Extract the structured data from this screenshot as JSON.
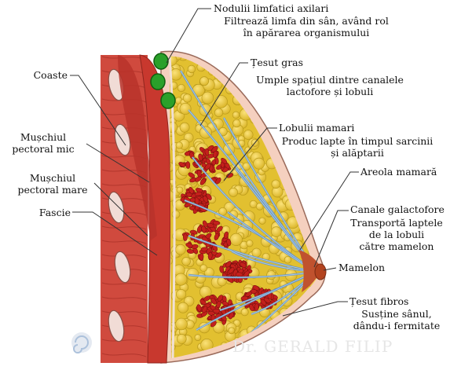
{
  "labels": {
    "coaste": "Coaste",
    "muschi_mic": [
      "Mușchiul",
      "pectoral mic"
    ],
    "muschi_mare": [
      "Mușchiul",
      "pectoral mare"
    ],
    "fascie": "Fascie",
    "noduli": {
      "title": "Nodulii limfatici axilari",
      "desc": [
        "Filtrează limfa din sân, având rol",
        "în apărarea organismului"
      ]
    },
    "tesut_gras": {
      "title": "Țesut gras",
      "desc": [
        "Umple spațiul dintre canalele",
        "lactofore și lobuli"
      ]
    },
    "lobulii": {
      "title": "Lobulii mamari",
      "desc": [
        "Produc lapte în timpul sarcinii",
        "și alăptarii"
      ]
    },
    "areola": "Areola mamară",
    "canale": {
      "title": "Canale galactofore",
      "desc": [
        "Transportă laptele",
        "de la lobuli",
        "către mamelon"
      ]
    },
    "mamelon": "Mamelon",
    "tesut_fibros": {
      "title": "Țesut fibros",
      "desc": [
        "Susține sânul,",
        "dându-i fermitate"
      ]
    }
  },
  "watermark": "Dr. GERALD FILIP",
  "colors": {
    "muscle": "#c8382e",
    "muscle_dark": "#9e2a22",
    "fat": "#e8c83a",
    "fat_edge": "#b99a1c",
    "lobule": "#c3201c",
    "duct": "#7fa9d3",
    "lymph": "#2aa02a",
    "rib": "#f1dcd6",
    "areola": "#c0522e",
    "skin": "#f3c8b8"
  },
  "icons": [
    "logo-spiral-icon"
  ]
}
